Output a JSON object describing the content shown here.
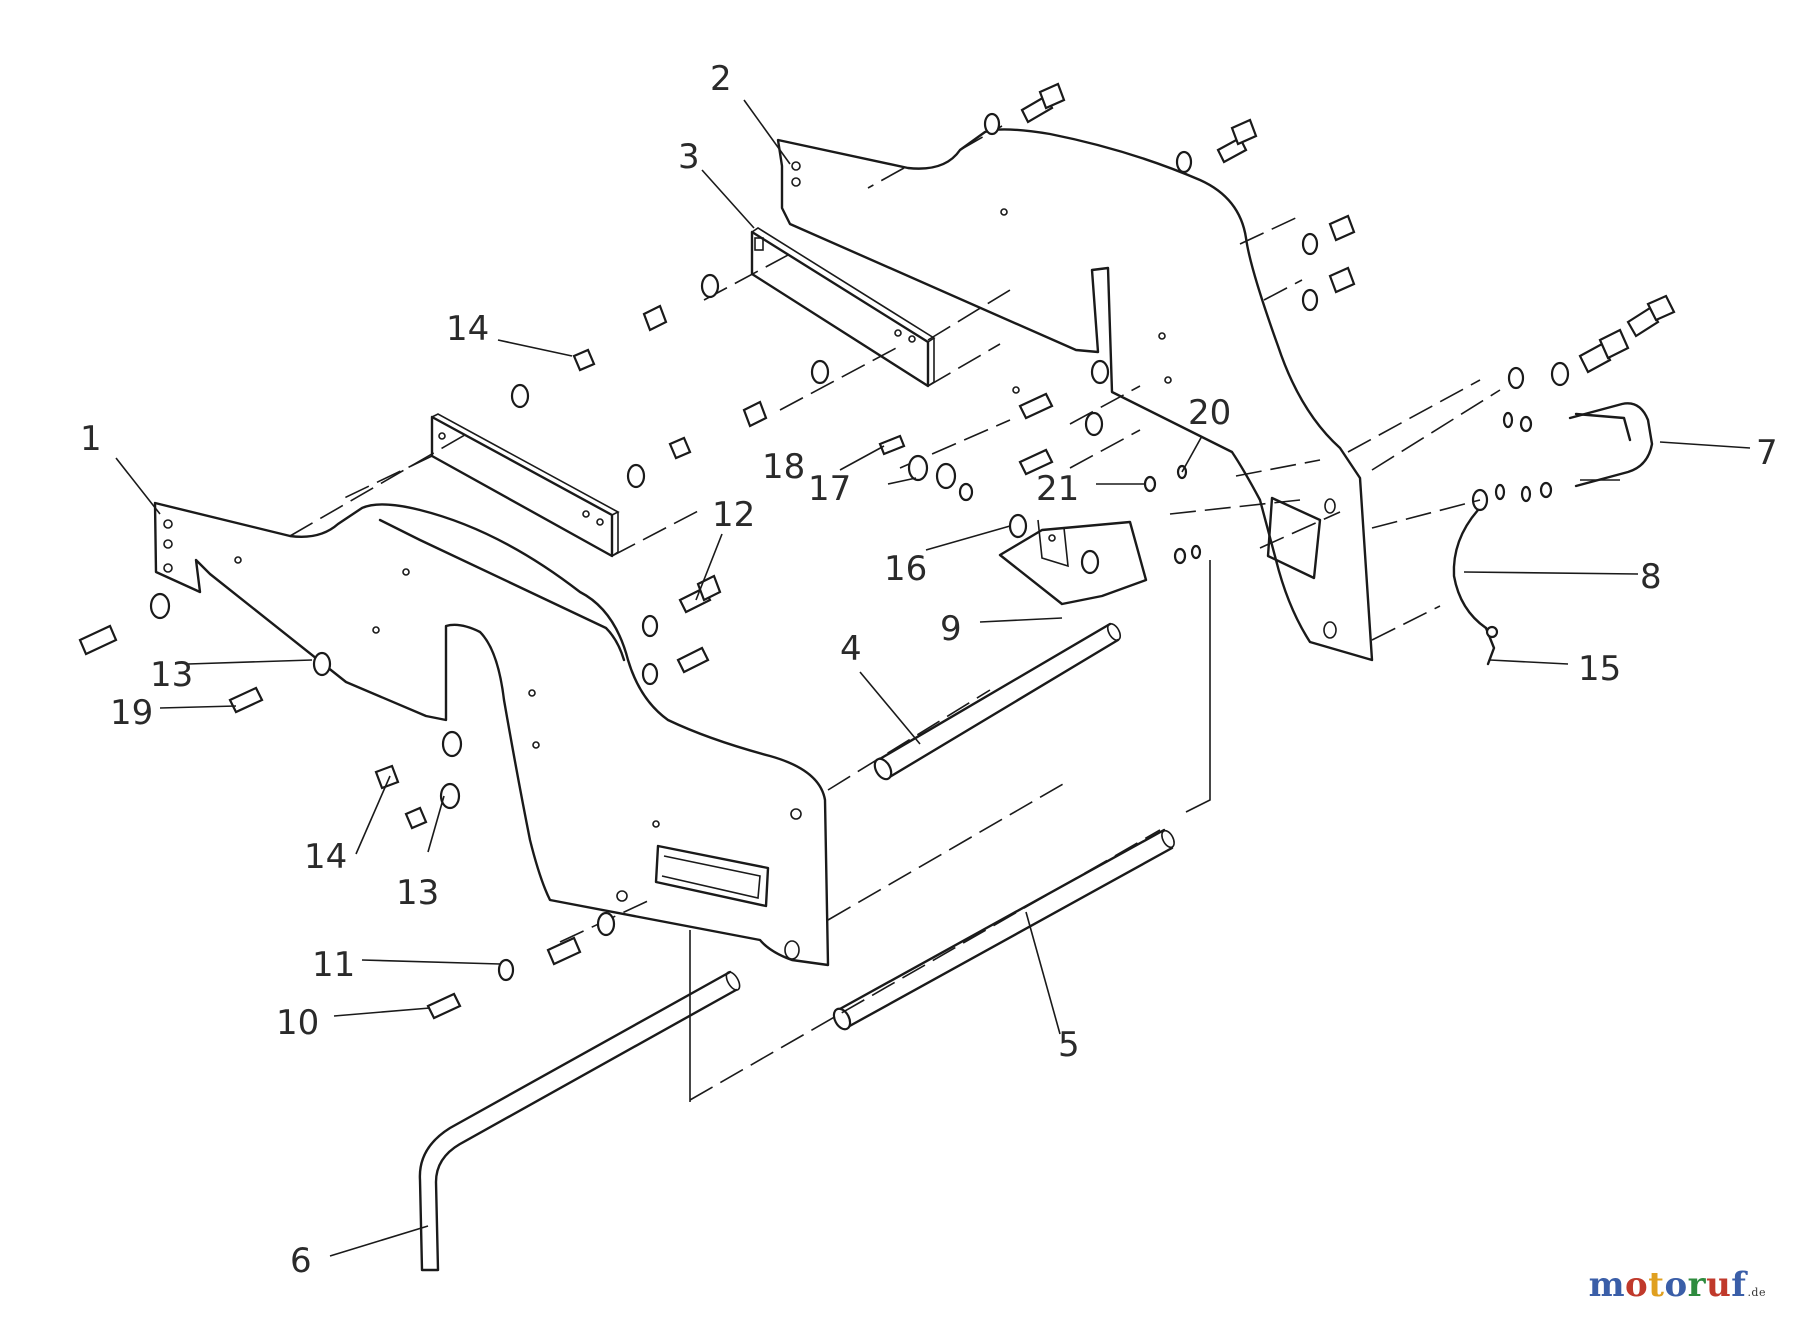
{
  "diagram": {
    "callouts": [
      {
        "id": "label-1",
        "text": "1"
      },
      {
        "id": "label-2",
        "text": "2"
      },
      {
        "id": "label-3",
        "text": "3"
      },
      {
        "id": "label-4",
        "text": "4"
      },
      {
        "id": "label-5",
        "text": "5"
      },
      {
        "id": "label-6",
        "text": "6"
      },
      {
        "id": "label-7",
        "text": "7"
      },
      {
        "id": "label-8",
        "text": "8"
      },
      {
        "id": "label-9",
        "text": "9"
      },
      {
        "id": "label-10",
        "text": "10"
      },
      {
        "id": "label-11",
        "text": "11"
      },
      {
        "id": "label-12",
        "text": "12"
      },
      {
        "id": "label-13a",
        "text": "13"
      },
      {
        "id": "label-13b",
        "text": "13"
      },
      {
        "id": "label-14a",
        "text": "14"
      },
      {
        "id": "label-14b",
        "text": "14"
      },
      {
        "id": "label-15",
        "text": "15"
      },
      {
        "id": "label-16",
        "text": "16"
      },
      {
        "id": "label-17",
        "text": "17"
      },
      {
        "id": "label-18",
        "text": "18"
      },
      {
        "id": "label-19",
        "text": "19"
      },
      {
        "id": "label-20",
        "text": "20"
      },
      {
        "id": "label-21",
        "text": "21"
      }
    ]
  },
  "watermark": {
    "letters": [
      {
        "ch": "m",
        "color": "#3a5ea8"
      },
      {
        "ch": "o",
        "color": "#c0392b"
      },
      {
        "ch": "t",
        "color": "#e0a020"
      },
      {
        "ch": "o",
        "color": "#3a5ea8"
      },
      {
        "ch": "r",
        "color": "#2e8b3e"
      },
      {
        "ch": "u",
        "color": "#c0392b"
      },
      {
        "ch": "f",
        "color": "#3a5ea8"
      }
    ],
    "suffix": ".de"
  }
}
